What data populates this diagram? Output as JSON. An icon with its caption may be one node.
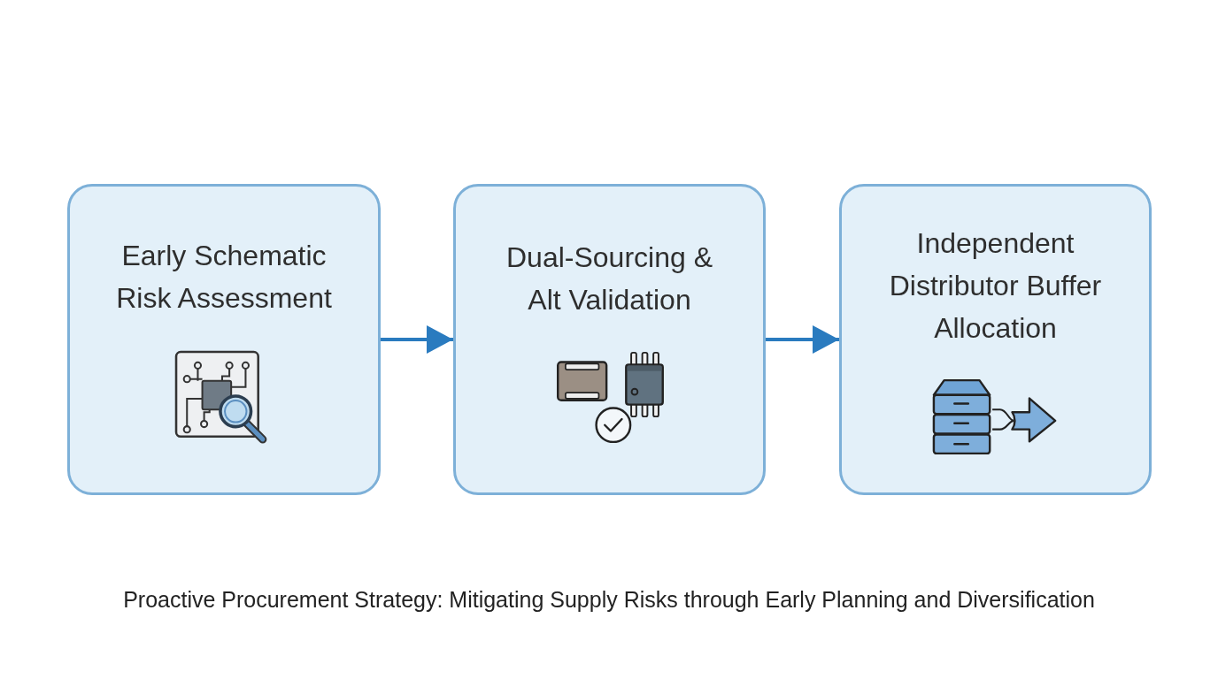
{
  "diagram": {
    "nodes": [
      {
        "text": [
          "Early Schematic Risk Assessment"
        ]
      },
      {
        "text": [
          "Dual-Sourcing & Alt Validation"
        ]
      },
      {
        "text": [
          "Independent Distributor Buffer Allocation"
        ]
      }
    ],
    "edges": [
      {
        "from": 0,
        "to": 1,
        "arrow": "to"
      },
      {
        "from": 1,
        "to": 2,
        "arrow": "to"
      }
    ],
    "caption": "Proactive Procurement Strategy: Mitigating Supply Risks through Early Planning and Diversification"
  }
}
